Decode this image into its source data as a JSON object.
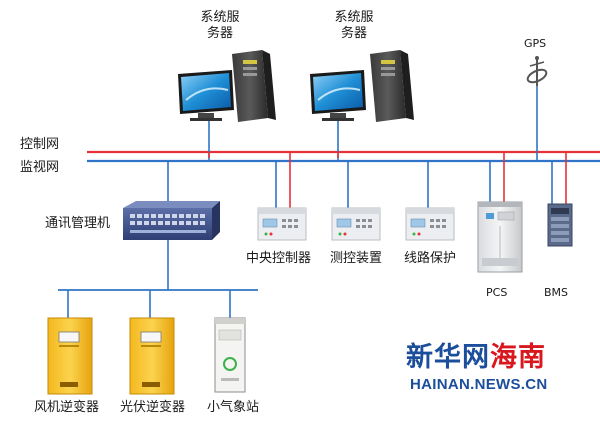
{
  "servers": [
    {
      "label_line1": "系统服",
      "label_line2": "务器"
    },
    {
      "label_line1": "系统服",
      "label_line2": "务器"
    }
  ],
  "gps": {
    "label": "GPS"
  },
  "networks": {
    "control": "控制网",
    "monitor": "监视网"
  },
  "switch": {
    "label": "通讯管理机"
  },
  "devices": {
    "central_controller": "中央控制器",
    "measure_control": "测控装置",
    "line_protection": "线路保护",
    "pcs": "PCS",
    "bms": "BMS",
    "wind_inverter": "风机逆变器",
    "pv_inverter": "光伏逆变器",
    "weather_station": "小气象站"
  },
  "watermark": {
    "cn_part1": "新华网",
    "cn_part2": "海南",
    "en": "HAINAN.NEWS.CN"
  },
  "colors": {
    "control_line": "#e8323a",
    "monitor_line": "#2f74c6",
    "accent_red": "#d8171f",
    "accent_blue": "#1c4e9c"
  }
}
